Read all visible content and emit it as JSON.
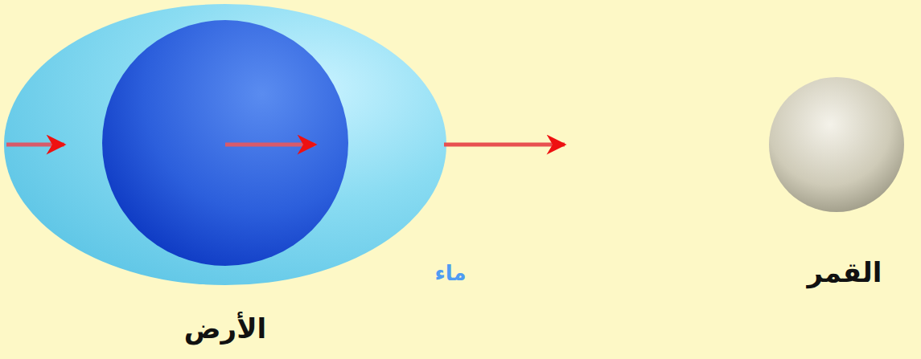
{
  "diagram": {
    "labels": [
      "ماء",
      "الأرض",
      "القمر"
    ]
  }
}
